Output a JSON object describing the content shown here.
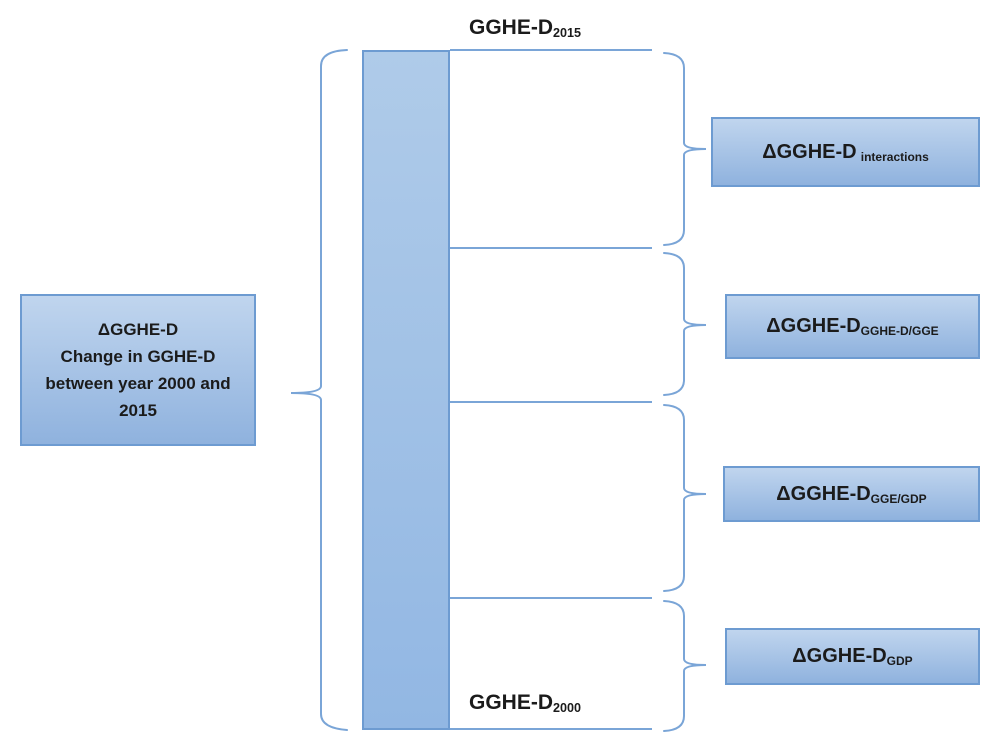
{
  "left_box": {
    "line1": "ΔGGHE-D",
    "line2": "Change in GGHE-D",
    "line3": "between year 2000 and",
    "line4": "2015"
  },
  "bar_labels": {
    "top": {
      "main": "GGHE-D",
      "sub": "2015"
    },
    "bottom": {
      "main": "GGHE-D",
      "sub": "2000"
    }
  },
  "right_boxes": [
    {
      "main": "ΔGGHE-D",
      "sub": "interactions"
    },
    {
      "main": "ΔGGHE-D",
      "sub": "GGHE-D/GGE"
    },
    {
      "main": "ΔGGHE-D",
      "sub": "GGE/GDP"
    },
    {
      "main": "ΔGGHE-D",
      "sub": "GDP"
    }
  ],
  "colors": {
    "background": "#ffffff",
    "box_fill_top": "#c0d5ee",
    "box_fill_bottom": "#8fb2de",
    "box_border": "#6d9bd1",
    "bar_fill_top": "#afcbe9",
    "bar_fill_bottom": "#92b7e3",
    "line": "#7aa5d7",
    "text": "#1b1b1b"
  }
}
